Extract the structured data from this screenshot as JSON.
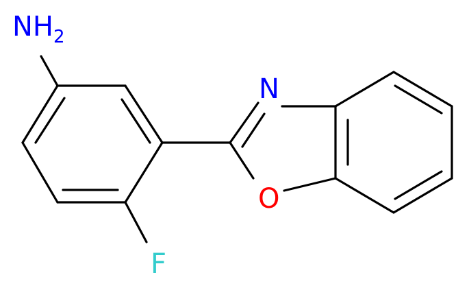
{
  "atoms": {
    "amine": {
      "symbol": "NH",
      "subscript": "2",
      "color": "#0000ff"
    },
    "fluorine": {
      "symbol": "F",
      "color": "#33cccc"
    },
    "ring_nitrogen": {
      "symbol": "N",
      "color": "#0000ff"
    },
    "ring_oxygen": {
      "symbol": "O",
      "color": "#ff0000"
    }
  },
  "bond_color": "#000000"
}
